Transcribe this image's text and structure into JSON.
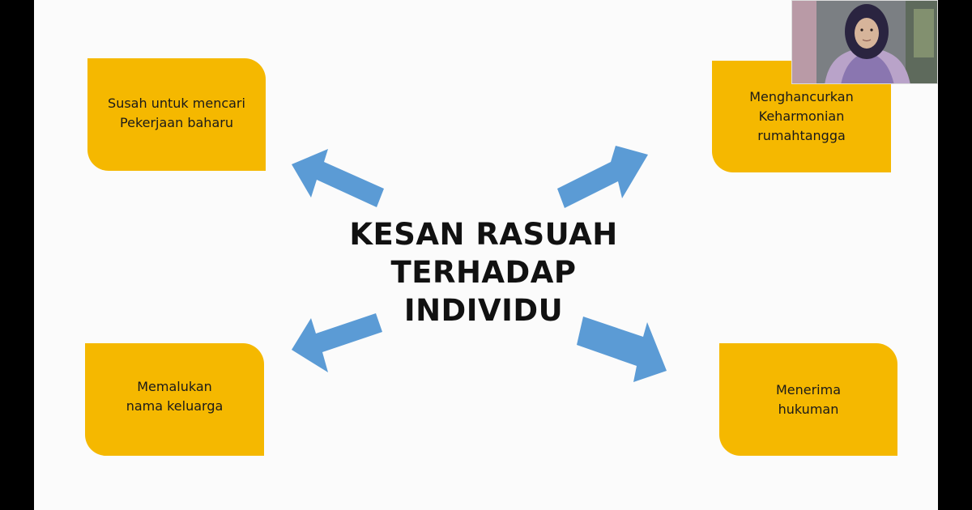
{
  "title_lines": [
    "KESAN RASUAH",
    "TERHADAP",
    "INDIVIDU"
  ],
  "boxes": {
    "top_left": "Susah untuk mencari\nPekerjaan baharu",
    "top_right": "Menghancurkan\nKeharmonian\nrumahtangga",
    "bottom_left": "Memalukan\nnama keluarga",
    "bottom_right": "Menerima\nhukuman"
  },
  "colors": {
    "box": "#f5b800",
    "arrow": "#5b9bd5",
    "title": "#111111",
    "slide_bg": "#fbfbfb"
  },
  "icons": {
    "arrows": [
      "arrow-up-left-icon",
      "arrow-up-right-icon",
      "arrow-down-left-icon",
      "arrow-down-right-icon"
    ],
    "webcam": "presenter-webcam"
  }
}
